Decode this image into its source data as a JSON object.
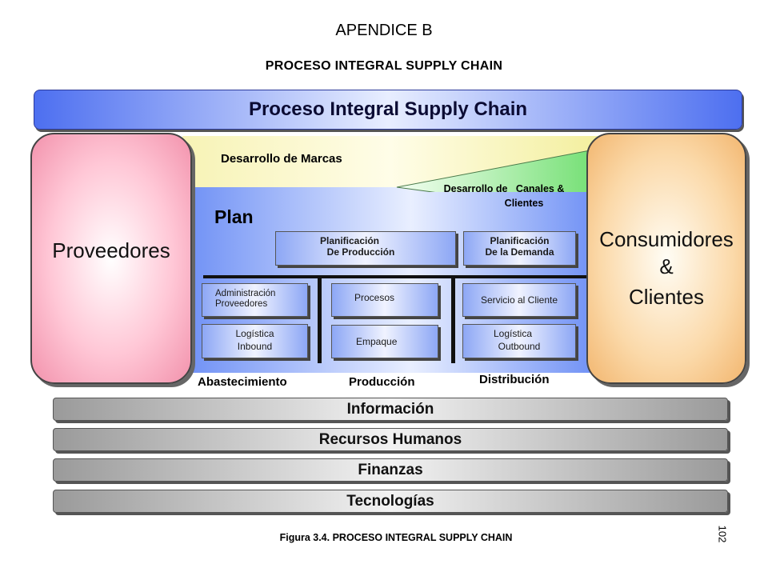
{
  "header": {
    "appendix": "APENDICE B",
    "title": "PROCESO INTEGRAL SUPPLY CHAIN"
  },
  "banner": "Proceso Integral Supply Chain",
  "left_pill": "Proveedores",
  "right_pill": {
    "line1": "Consumidores",
    "line2": "&",
    "line3": "Clientes"
  },
  "brand_stripe": "Desarrollo de Marcas",
  "channels": {
    "line1": "Desarrollo de   Canales &",
    "line2": "Clientes"
  },
  "plan_label": "Plan",
  "planning": {
    "production": {
      "line1": "Planificación",
      "line2": "De Producción"
    },
    "demand": {
      "line1": "Planificación",
      "line2": "De la Demanda"
    }
  },
  "nodes": {
    "admin": {
      "line1": "Administración",
      "line2": "Proveedores"
    },
    "inbound": {
      "line1": "Logística",
      "line2": "Inbound"
    },
    "procesos": "Procesos",
    "empaque": "Empaque",
    "servicio": "Servicio al Cliente",
    "outbound": {
      "line1": "Logística",
      "line2": "Outbound"
    }
  },
  "columns": {
    "abastecimiento": "Abastecimiento",
    "produccion": "Producción",
    "distribucion": "Distribución"
  },
  "support_bars": [
    "Información",
    "Recursos Humanos",
    "Finanzas",
    "Tecnologías"
  ],
  "figure_caption": "Figura 3.4. PROCESO INTEGRAL SUPPLY CHAIN",
  "page_number": "102"
}
